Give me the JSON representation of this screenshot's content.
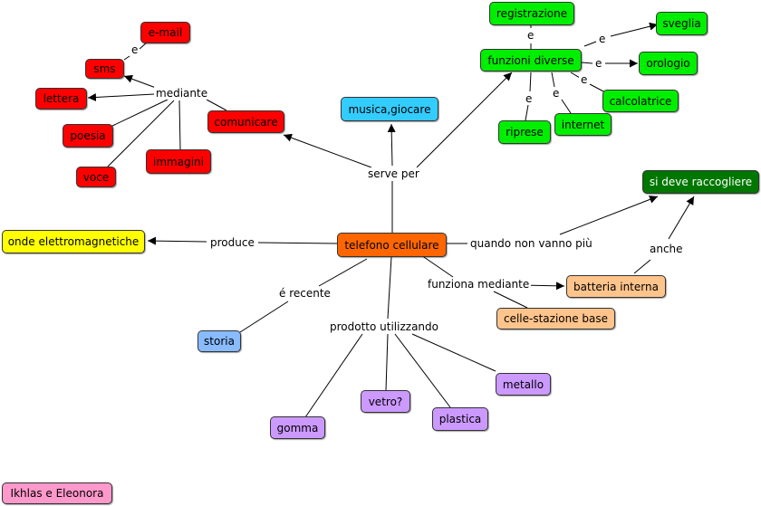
{
  "nodes": {
    "telefono": "telefono cellulare",
    "onde": "onde elettromagnetiche",
    "musica": "musica,giocare",
    "comunicare": "comunicare",
    "email": "e-mail",
    "sms": "sms",
    "lettera": "lettera",
    "poesia": "poesia",
    "voce": "voce",
    "immagini": "immagini",
    "funzioni": "funzioni diverse",
    "registrazione": "registrazione",
    "sveglia": "sveglia",
    "orologio": "orologio",
    "calcolatrice": "calcolatrice",
    "internet": "internet",
    "riprese": "riprese",
    "raccogliere": "si deve raccogliere",
    "batteria": "batteria interna",
    "celle": "celle-stazione base",
    "storia": "storia",
    "metallo": "metallo",
    "vetro": "vetro?",
    "plastica": "plastica",
    "gomma": "gomma",
    "authors": "Ikhlas e Eleonora"
  },
  "links": {
    "serve_per": "serve per",
    "mediante": "mediante",
    "produce": "produce",
    "quando": "quando non vanno più",
    "anche": "anche",
    "funziona": "funziona mediante",
    "recente": "é recente",
    "prodotto": "prodotto  utilizzando",
    "e1": "e",
    "e2": "e",
    "e3": "e",
    "e4": "e",
    "e5": "e",
    "e6": "e",
    "e7": "e"
  }
}
